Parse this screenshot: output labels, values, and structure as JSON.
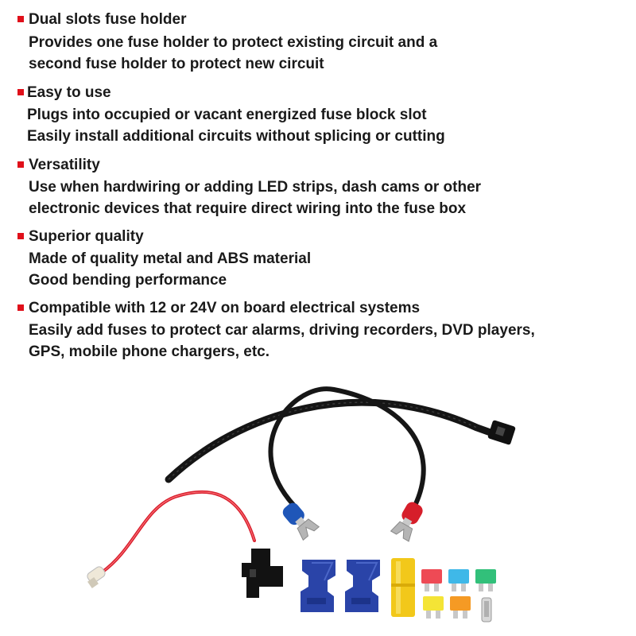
{
  "features": [
    {
      "title": "Dual slots fuse holder",
      "lines": [
        "Provides one fuse holder to protect existing circuit and a",
        "second fuse holder to protect new circuit"
      ]
    },
    {
      "title": "Easy to use",
      "lines": [
        "Plugs into occupied or vacant energized fuse block slot",
        "Easily install additional circuits without splicing or cutting"
      ]
    },
    {
      "title": "Versatility",
      "lines": [
        "Use when hardwiring or adding LED strips, dash cams or other",
        "electronic devices that require direct wiring into the fuse box"
      ]
    },
    {
      "title": "Superior quality",
      "lines": [
        "Made of quality metal and ABS material",
        "Good bending performance"
      ]
    },
    {
      "title": "Compatible with 12 or 24V on board electrical systems",
      "lines": [
        "Easily add fuses to protect car alarms, driving recorders, DVD players,",
        "GPS, mobile phone chargers, etc."
      ]
    }
  ],
  "colors": {
    "bullet": "#e0101a",
    "text": "#1a1a1a",
    "red_wire": "#d8202e",
    "black_wire": "#161616",
    "blue_terminal": "#1f56b8",
    "red_terminal": "#d61e2a",
    "blue_connector": "#2a44a8",
    "yellow_tap": "#f2c81a"
  },
  "product_parts": [
    "cable-tie",
    "black-wire-with-spade-terminals",
    "red-wire-fuse-tap",
    "blue-wire-connectors",
    "yellow-wire-tap",
    "mini-blade-fuses"
  ]
}
